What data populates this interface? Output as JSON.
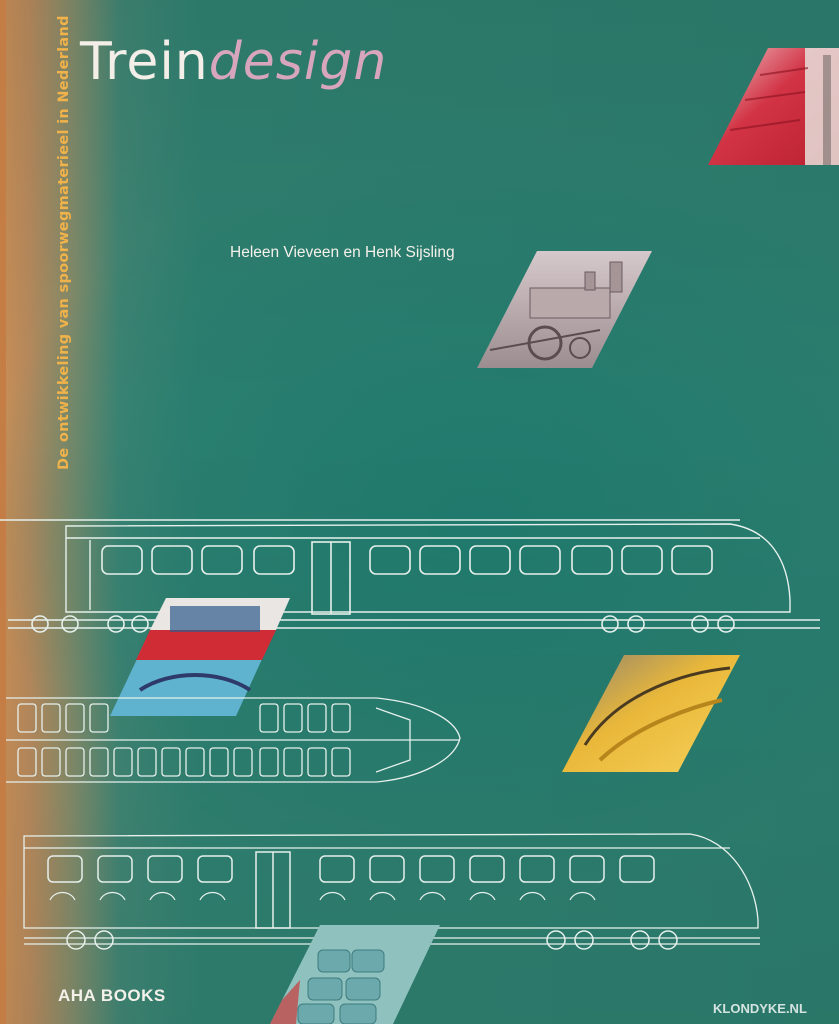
{
  "book": {
    "title_part1": "Trein",
    "title_part2": "design",
    "subtitle": "De ontwikkeling van spoorwegmaterieel in Nederland",
    "authors": "Heleen Vieveen en Henk Sijsling",
    "publisher": "AHA BOOKS",
    "watermark": "KLONDYKE.NL"
  },
  "colors": {
    "background": "#2c7d6e",
    "spine": "#c98e56",
    "title": "#f3eee8",
    "title_accent": "#d7a6bd",
    "subtitle": "#f0b24a",
    "drawing_lines": "#e6f0ec"
  },
  "images": [
    {
      "name": "red-train-seats-photo"
    },
    {
      "name": "steam-locomotive-photo"
    },
    {
      "name": "red-blue-train-front-photo"
    },
    {
      "name": "yellow-train-front-photo"
    },
    {
      "name": "blue-seats-photo"
    }
  ]
}
